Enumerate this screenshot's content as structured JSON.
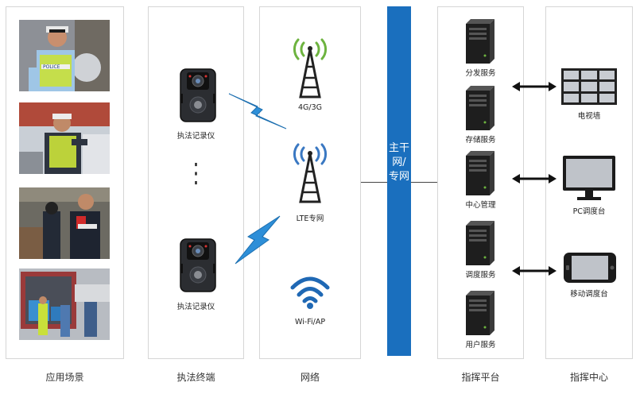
{
  "columns": {
    "scenes": "应用场景",
    "terminals": "执法终端",
    "network": "网络",
    "platform": "指挥平台",
    "center": "指挥中心"
  },
  "terminals": {
    "device_top": "执法记录仪",
    "ellipsis": "⋮",
    "device_bottom": "执法记录仪"
  },
  "network": {
    "tower_4g": "4G/3G",
    "tower_lte": "LTE专网",
    "wifi": "Wi-Fi/AP"
  },
  "backbone": "主干网/专网",
  "platform": {
    "servers": [
      "分发服务",
      "存储服务",
      "中心管理",
      "调度服务",
      "用户服务"
    ]
  },
  "center": {
    "video_wall": "电视墙",
    "pc": "PC调度台",
    "mobile": "移动调度台"
  },
  "scene_photos": {
    "badge_text": "POLICE"
  },
  "colors": {
    "backbone": "#1a6fbe",
    "signal_green": "#6db33f",
    "signal_blue": "#3a78c2",
    "lightning": "#2e8fd8",
    "vest": "#c9e03a"
  }
}
